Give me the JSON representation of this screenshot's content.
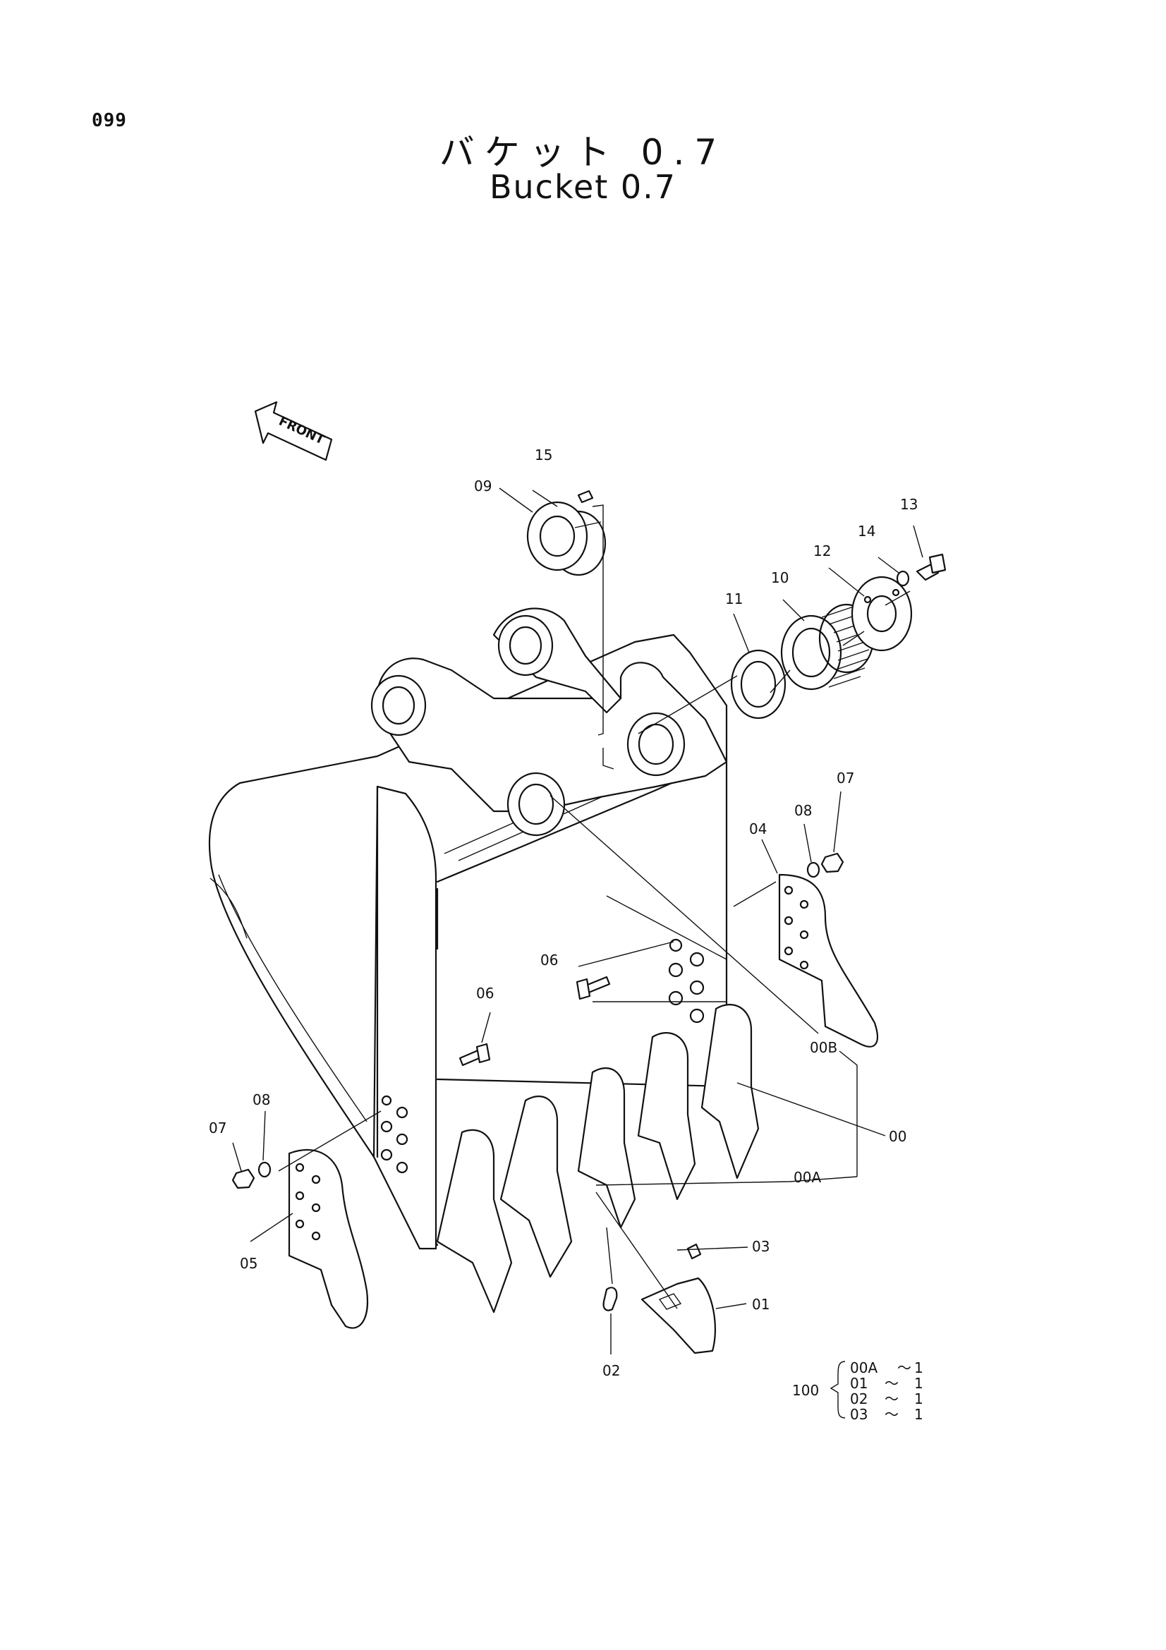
{
  "header": {
    "page_number": "099",
    "title_ja": "バケット 0.7",
    "title_en": "Bucket 0.7"
  },
  "front_arrow": {
    "label": "FRONT"
  },
  "callouts": {
    "c15": "15",
    "c09": "09",
    "c13": "13",
    "c14": "14",
    "c12": "12",
    "c10": "10",
    "c11": "11",
    "c07_right": "07",
    "c08_right": "08",
    "c04": "04",
    "c06_center": "06",
    "c06_left": "06",
    "c00B": "00B",
    "c00": "00",
    "c08_left": "08",
    "c07_left": "07",
    "c00A": "00A",
    "c05": "05",
    "c03": "03",
    "c01": "01",
    "c02": "02"
  },
  "kit": {
    "number": "100",
    "rows": [
      {
        "part": "00A",
        "qty": "1"
      },
      {
        "part": "01",
        "qty": "1"
      },
      {
        "part": "02",
        "qty": "1"
      },
      {
        "part": "03",
        "qty": "1"
      }
    ]
  }
}
